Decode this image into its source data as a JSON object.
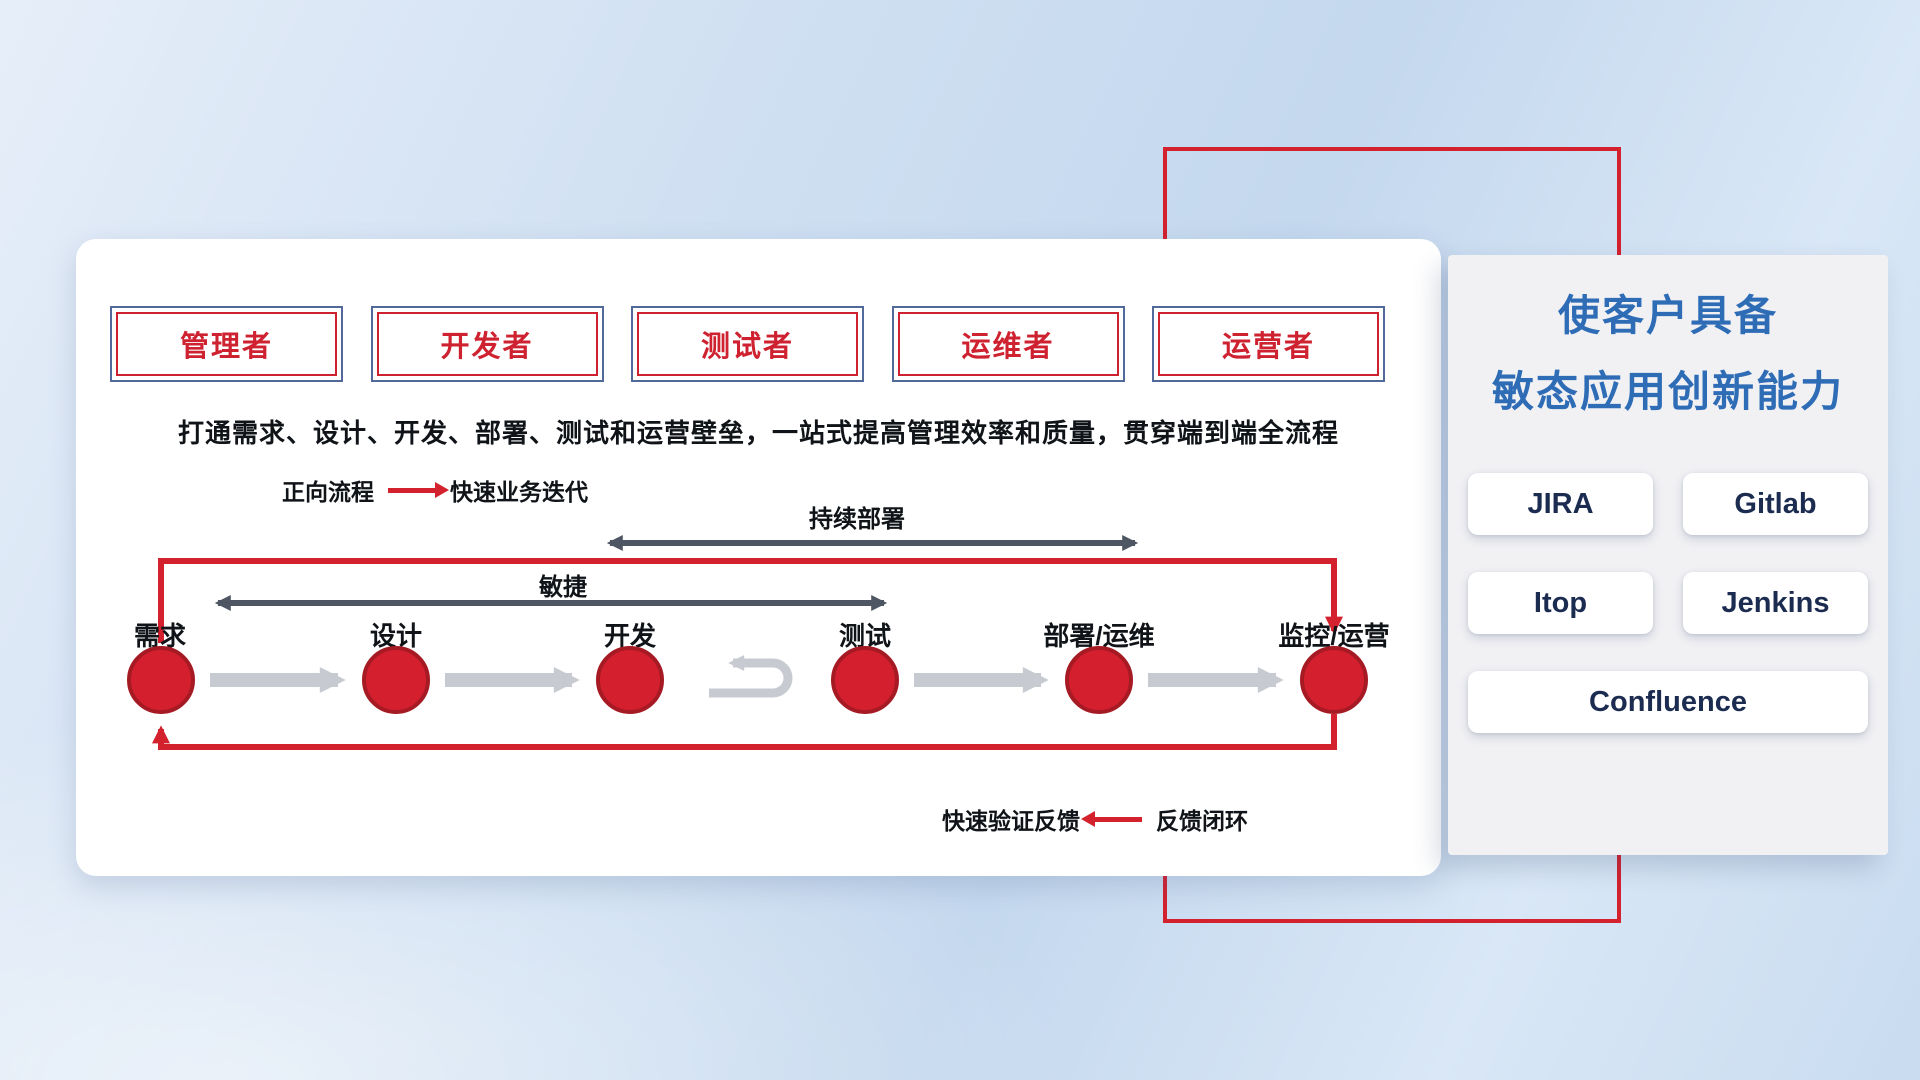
{
  "roles": [
    {
      "label": "管理者"
    },
    {
      "label": "开发者"
    },
    {
      "label": "测试者"
    },
    {
      "label": "运维者"
    },
    {
      "label": "运营者"
    }
  ],
  "subtitle": "打通需求、设计、开发、部署、测试和运营壁垒，一站式提高管理效率和质量，贯穿端到端全流程",
  "legend_forward": {
    "label": "正向流程",
    "desc": "快速业务迭代"
  },
  "flow": {
    "cd_label": "持续部署",
    "agile_label": "敏捷",
    "stages": [
      {
        "label": "需求"
      },
      {
        "label": "设计"
      },
      {
        "label": "开发"
      },
      {
        "label": "测试"
      },
      {
        "label": "部署/运维"
      },
      {
        "label": "监控/运营"
      }
    ]
  },
  "legend_feedback": {
    "desc": "快速验证反馈",
    "label": "反馈闭环"
  },
  "panel": {
    "title_line1": "使客户具备",
    "title_line2": "敏态应用创新能力",
    "tools": [
      {
        "label": "JIRA"
      },
      {
        "label": "Gitlab"
      },
      {
        "label": "Itop"
      },
      {
        "label": "Jenkins"
      },
      {
        "label": "Confluence"
      }
    ]
  },
  "colors": {
    "accent_red": "#d3212e",
    "title_blue": "#2e6cb6",
    "role_red": "#cf2231",
    "dark_arrow": "#4e5663",
    "flow_gray": "#c7cbd1"
  }
}
